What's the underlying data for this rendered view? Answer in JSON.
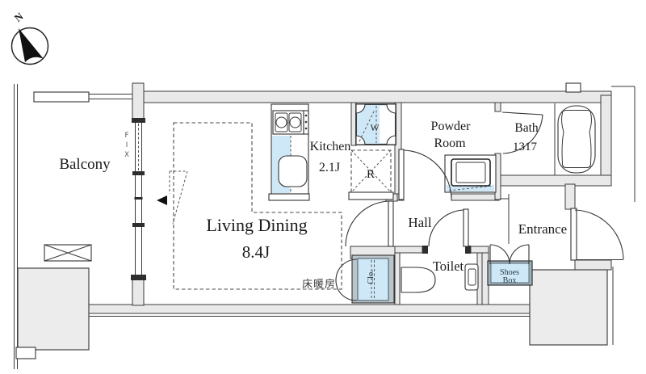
{
  "floorplan": {
    "compass": {
      "north": "N"
    },
    "rooms": {
      "balcony": {
        "name": "Balcony"
      },
      "living_dining": {
        "name": "Living Dining",
        "area": "8.4J"
      },
      "kitchen": {
        "name": "Kitchen",
        "area": "2.1J"
      },
      "powder_room": {
        "name_line1": "Powder",
        "name_line2": "Room"
      },
      "bath": {
        "name": "Bath",
        "size": "1317"
      },
      "hall": {
        "name": "Hall"
      },
      "toilet": {
        "name": "Toilet"
      },
      "entrance": {
        "name": "Entrance"
      }
    },
    "fixtures": {
      "shoes_box": {
        "label_line1": "Shoes",
        "label_line2": "Box"
      },
      "closet": {
        "label": "Clo."
      },
      "washer_pan": {
        "label": "W"
      },
      "refrigerator_space": {
        "label": "R"
      },
      "fixed_window": {
        "label": "FIX"
      },
      "floor_heating": {
        "label": "床暖房"
      }
    },
    "colors": {
      "fixture_blue": "#cfe8f7",
      "wall_gray": "#e9e9e9",
      "line_dark": "#333333"
    }
  }
}
